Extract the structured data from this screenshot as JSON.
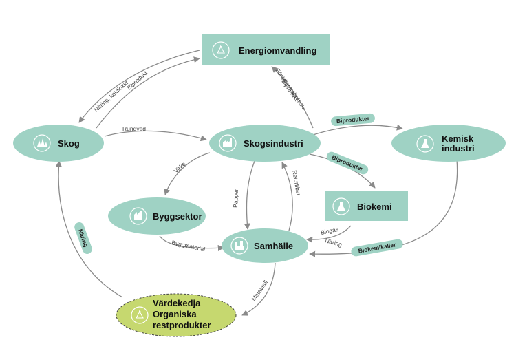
{
  "colors": {
    "node": "#9fd2c4",
    "badge": "#9fd2c4",
    "waste_node": "#c6d86f",
    "edge": "#8a8a8a"
  },
  "nodes": {
    "energiomvandling": "Energiomvandling",
    "skog": "Skog",
    "skogsindustri": "Skogsindustri",
    "kemisk_line1": "Kemisk",
    "kemisk_line2": "industri",
    "byggsektor": "Byggsektor",
    "biokemi": "Biokemi",
    "samhalle": "Samhälle",
    "vardekedja_line1": "Värdekedja",
    "vardekedja_line2": "Organiska",
    "vardekedja_line3": "restprodukter"
  },
  "edge_labels": {
    "naring_koldioxid": "Näring, koldioxid",
    "biprodukt_skog": "Biprodukt",
    "fordlat_trabransle": "Förädlat träbränsle",
    "biprodukt_energi": "Biprodukt",
    "rundved": "Rundved",
    "virke": "Virke",
    "papper": "Papper",
    "returfiber": "Returfiber",
    "byggmaterial": "Byggmaterial",
    "biogas": "Biogas",
    "naring_biokemi": "Näring",
    "matavfall": "Matavfall"
  },
  "badges": {
    "biprodukter_kemisk": "Biprodukter",
    "biprodukter_biokemi": "Biprodukter",
    "biokemikalier": "Biokemikalier",
    "naring_skog": "Näring"
  },
  "icons": [
    "recycle-icon",
    "forest-icon",
    "factory-icon",
    "flask-icon",
    "building-icon",
    "city-icon"
  ]
}
